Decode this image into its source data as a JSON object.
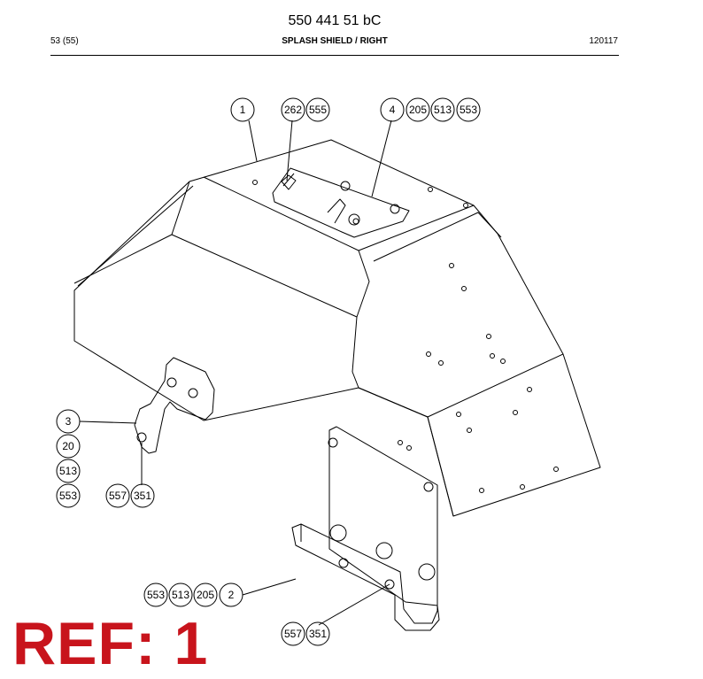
{
  "header": {
    "doc_number": "550 441 51 bC",
    "page": "53 (55)",
    "title": "SPLASH SHIELD / RIGHT",
    "date": "120117"
  },
  "callouts": {
    "c1": "1",
    "c262": "262",
    "c555": "555",
    "c4": "4",
    "c205a": "205",
    "c513a": "513",
    "c553a": "553",
    "c3": "3",
    "c20": "20",
    "c513b": "513",
    "c553b": "553",
    "c557a": "557",
    "c351a": "351",
    "c553c": "553",
    "c513c": "513",
    "c205c": "205",
    "c2": "2",
    "c557b": "557",
    "c351b": "351"
  },
  "ref_label": "REF: 1",
  "ref_color": "#c8141c"
}
